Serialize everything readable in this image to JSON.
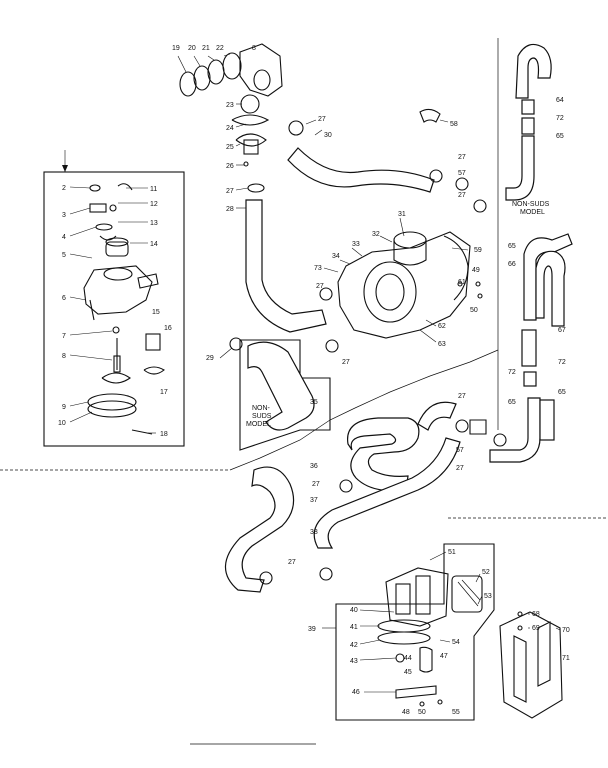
{
  "callouts": [
    {
      "id": "c19",
      "text": "19"
    },
    {
      "id": "c20",
      "text": "20"
    },
    {
      "id": "c21",
      "text": "21"
    },
    {
      "id": "c22",
      "text": "22"
    },
    {
      "id": "c8a",
      "text": "8"
    },
    {
      "id": "c23",
      "text": "23"
    },
    {
      "id": "c24",
      "text": "24"
    },
    {
      "id": "c25",
      "text": "25"
    },
    {
      "id": "c26",
      "text": "26"
    },
    {
      "id": "c27a",
      "text": "27"
    },
    {
      "id": "c28",
      "text": "28"
    },
    {
      "id": "c27b",
      "text": "27"
    },
    {
      "id": "c30",
      "text": "30"
    },
    {
      "id": "c58",
      "text": "58"
    },
    {
      "id": "c27c",
      "text": "27"
    },
    {
      "id": "c57a",
      "text": "57"
    },
    {
      "id": "c27d",
      "text": "27"
    },
    {
      "id": "c31",
      "text": "31"
    },
    {
      "id": "c32",
      "text": "32"
    },
    {
      "id": "c33",
      "text": "33"
    },
    {
      "id": "c34",
      "text": "34"
    },
    {
      "id": "c73",
      "text": "73"
    },
    {
      "id": "c27e",
      "text": "27"
    },
    {
      "id": "c59",
      "text": "59"
    },
    {
      "id": "c49",
      "text": "49"
    },
    {
      "id": "c61",
      "text": "61"
    },
    {
      "id": "c50a",
      "text": "50"
    },
    {
      "id": "c62",
      "text": "62"
    },
    {
      "id": "c63",
      "text": "63"
    },
    {
      "id": "c27f",
      "text": "27"
    },
    {
      "id": "c29",
      "text": "29"
    },
    {
      "id": "c35",
      "text": "35"
    },
    {
      "id": "c27g",
      "text": "27"
    },
    {
      "id": "c57b",
      "text": "57"
    },
    {
      "id": "c27h",
      "text": "27"
    },
    {
      "id": "c36",
      "text": "36"
    },
    {
      "id": "c27i",
      "text": "27"
    },
    {
      "id": "c37",
      "text": "37"
    },
    {
      "id": "c38",
      "text": "38"
    },
    {
      "id": "c27j",
      "text": "27"
    },
    {
      "id": "c64",
      "text": "64"
    },
    {
      "id": "c72a",
      "text": "72"
    },
    {
      "id": "c65a",
      "text": "65"
    },
    {
      "id": "c65b",
      "text": "65"
    },
    {
      "id": "c66",
      "text": "66"
    },
    {
      "id": "c67",
      "text": "67"
    },
    {
      "id": "c72b",
      "text": "72"
    },
    {
      "id": "c72c",
      "text": "72"
    },
    {
      "id": "c65c",
      "text": "65"
    },
    {
      "id": "c65d",
      "text": "65"
    },
    {
      "id": "c2",
      "text": "2"
    },
    {
      "id": "c11",
      "text": "11"
    },
    {
      "id": "c12",
      "text": "12"
    },
    {
      "id": "c3",
      "text": "3"
    },
    {
      "id": "c13",
      "text": "13"
    },
    {
      "id": "c4",
      "text": "4"
    },
    {
      "id": "c14",
      "text": "14"
    },
    {
      "id": "c5",
      "text": "5"
    },
    {
      "id": "c6",
      "text": "6"
    },
    {
      "id": "c7",
      "text": "7"
    },
    {
      "id": "c15",
      "text": "15"
    },
    {
      "id": "c16",
      "text": "16"
    },
    {
      "id": "c8b",
      "text": "8"
    },
    {
      "id": "c17",
      "text": "17"
    },
    {
      "id": "c9",
      "text": "9"
    },
    {
      "id": "c10",
      "text": "10"
    },
    {
      "id": "c18",
      "text": "18"
    },
    {
      "id": "c51",
      "text": "51"
    },
    {
      "id": "c52",
      "text": "52"
    },
    {
      "id": "c53",
      "text": "53"
    },
    {
      "id": "c39",
      "text": "39"
    },
    {
      "id": "c40",
      "text": "40"
    },
    {
      "id": "c41",
      "text": "41"
    },
    {
      "id": "c42",
      "text": "42"
    },
    {
      "id": "c43",
      "text": "43"
    },
    {
      "id": "c54",
      "text": "54"
    },
    {
      "id": "c44",
      "text": "44"
    },
    {
      "id": "c45",
      "text": "45"
    },
    {
      "id": "c47",
      "text": "47"
    },
    {
      "id": "c46",
      "text": "46"
    },
    {
      "id": "c48",
      "text": "48"
    },
    {
      "id": "c50b",
      "text": "50"
    },
    {
      "id": "c55",
      "text": "55"
    },
    {
      "id": "c68",
      "text": "68"
    },
    {
      "id": "c69",
      "text": "69"
    },
    {
      "id": "c70",
      "text": "70"
    },
    {
      "id": "c71",
      "text": "71"
    }
  ],
  "captions": {
    "non_suds_top": [
      "NON-SUDS",
      "MODEL"
    ],
    "non_suds_side": [
      "NON-",
      "SUDS",
      "MODEL"
    ]
  }
}
